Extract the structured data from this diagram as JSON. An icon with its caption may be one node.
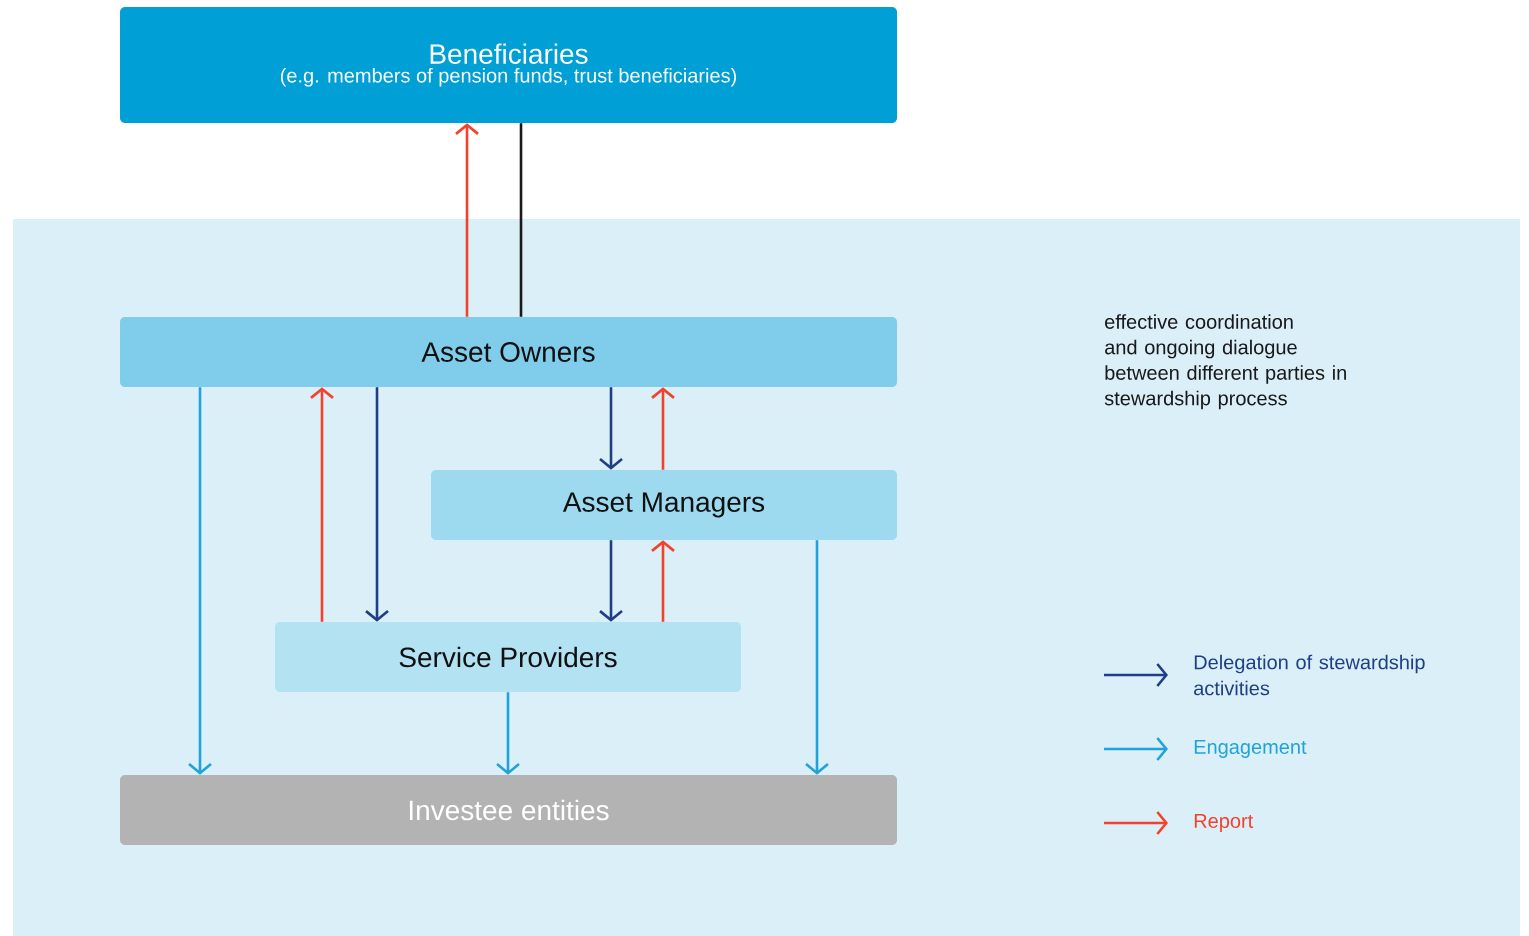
{
  "diagram": {
    "nodes": [
      {
        "text": [
          "Beneficiaries",
          "(e.g. members of pension funds, trust beneficiaries)"
        ]
      },
      {
        "text": [
          "Asset Owners"
        ]
      },
      {
        "text": [
          "Asset Managers"
        ]
      },
      {
        "text": [
          "Service Providers"
        ]
      },
      {
        "text": [
          "Investee entities"
        ]
      }
    ],
    "edges": [
      {
        "from": 1,
        "to": 0,
        "arrow": "to",
        "color": "#f4412b"
      },
      {
        "from": 0,
        "to": 1,
        "arrow": "none",
        "color": "#1a1a1a"
      },
      {
        "from": 1,
        "to": 4,
        "arrow": "to",
        "color": "#1fa3d8"
      },
      {
        "from": 3,
        "to": 1,
        "arrow": "to",
        "color": "#f4412b"
      },
      {
        "from": 1,
        "to": 3,
        "arrow": "to",
        "color": "#1e3f86"
      },
      {
        "from": 1,
        "to": 2,
        "arrow": "to",
        "color": "#1e3f86"
      },
      {
        "from": 2,
        "to": 1,
        "arrow": "to",
        "color": "#f4412b"
      },
      {
        "from": 2,
        "to": 3,
        "arrow": "to",
        "color": "#1e3f86"
      },
      {
        "from": 3,
        "to": 2,
        "arrow": "to",
        "color": "#f4412b"
      },
      {
        "from": 3,
        "to": 4,
        "arrow": "to",
        "color": "#1fa3d8"
      },
      {
        "from": 2,
        "to": 4,
        "arrow": "to",
        "color": "#1fa3d8"
      }
    ],
    "labels": [
      "effective coordination and ongoing dialogue between different parties in stewardship process"
    ],
    "legend": [
      {
        "text": "Delegation of stewardship activities",
        "color": "#1e3f86"
      },
      {
        "text": "Engagement",
        "color": "#1fa3d8"
      },
      {
        "text": "Report",
        "color": "#f4412b"
      }
    ]
  }
}
